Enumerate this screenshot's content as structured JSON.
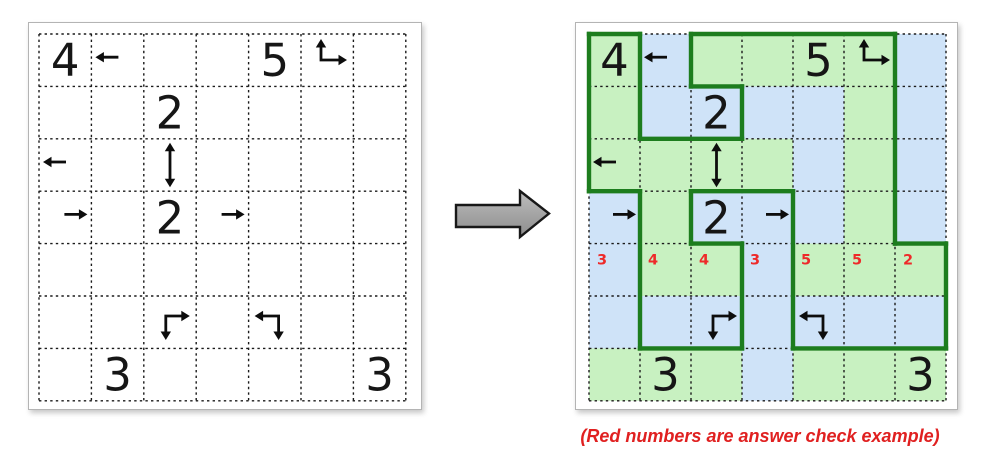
{
  "caption": {
    "text": "(Red numbers are answer check example)",
    "color": "#e02020"
  },
  "colors": {
    "cell_green": "#c8f1c1",
    "cell_blue": "#cfe3f8",
    "loop_green": "#1d7d1e",
    "grid_dash": "#1a1a1a",
    "clue_text": "#161616",
    "arrow_black": "#0d0d0d",
    "check_red": "#ee2a2a",
    "transform_arrow_fill_top": "#bdbdbd",
    "transform_arrow_fill_bottom": "#8d8d8d",
    "transform_arrow_stroke": "#181818"
  },
  "puzzle": {
    "rows": 7,
    "cols": 7,
    "clues": [
      {
        "r": 0,
        "c": 0,
        "t": "num",
        "v": "4"
      },
      {
        "r": 0,
        "c": 1,
        "t": "arr",
        "d": "left"
      },
      {
        "r": 0,
        "c": 4,
        "t": "num",
        "v": "5"
      },
      {
        "r": 0,
        "c": 5,
        "t": "arr",
        "d": "up-right"
      },
      {
        "r": 1,
        "c": 2,
        "t": "num",
        "v": "2"
      },
      {
        "r": 2,
        "c": 0,
        "t": "arr",
        "d": "left"
      },
      {
        "r": 2,
        "c": 2,
        "t": "arr",
        "d": "up-down"
      },
      {
        "r": 3,
        "c": 0,
        "t": "arr",
        "d": "right"
      },
      {
        "r": 3,
        "c": 2,
        "t": "num",
        "v": "2"
      },
      {
        "r": 3,
        "c": 3,
        "t": "arr",
        "d": "right"
      },
      {
        "r": 5,
        "c": 2,
        "t": "arr",
        "d": "right-down"
      },
      {
        "r": 5,
        "c": 4,
        "t": "arr",
        "d": "left-down"
      },
      {
        "r": 6,
        "c": 1,
        "t": "num",
        "v": "3"
      },
      {
        "r": 6,
        "c": 6,
        "t": "num",
        "v": "3"
      }
    ]
  },
  "solution": {
    "cell_colors": [
      "GBGGGGB",
      "GBBBBGB",
      "GGGGBGB",
      "BGBBBGB",
      "BGGBGGG",
      "BBBBBBB",
      "GGGBGGG"
    ],
    "loop_h": [
      [
        0,
        1,
        0
      ],
      [
        2,
        6,
        0
      ],
      [
        2,
        3,
        1
      ],
      [
        1,
        3,
        2
      ],
      [
        0,
        1,
        3
      ],
      [
        2,
        4,
        3
      ],
      [
        2,
        3,
        4
      ],
      [
        6,
        7,
        4
      ],
      [
        1,
        3,
        6
      ],
      [
        4,
        7,
        6
      ]
    ],
    "loop_v": [
      [
        0,
        0,
        3
      ],
      [
        1,
        0,
        2
      ],
      [
        1,
        3,
        6
      ],
      [
        2,
        0,
        1
      ],
      [
        2,
        3,
        4
      ],
      [
        3,
        1,
        2
      ],
      [
        3,
        4,
        6
      ],
      [
        4,
        3,
        6
      ],
      [
        6,
        0,
        4
      ],
      [
        7,
        4,
        6
      ]
    ],
    "check_row": 4,
    "check_numbers": [
      "3",
      "4",
      "4",
      "3",
      "5",
      "5",
      "2"
    ]
  }
}
